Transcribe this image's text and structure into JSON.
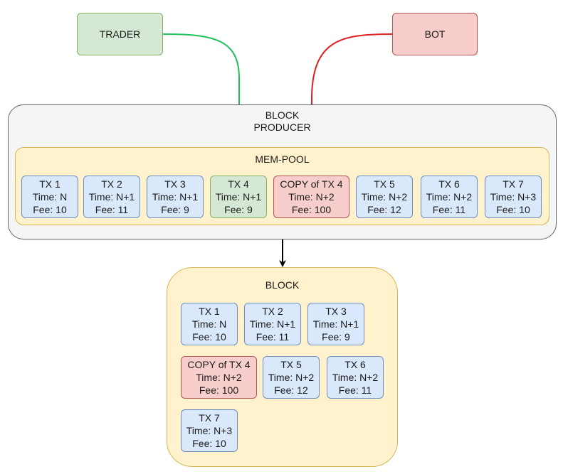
{
  "actors": {
    "trader": "TRADER",
    "bot": "BOT"
  },
  "producer": {
    "title_line1": "BLOCK",
    "title_line2": "PRODUCER"
  },
  "mempool": {
    "title": "MEM-POOL",
    "transactions": [
      {
        "name": "TX 1",
        "time": "Time: N",
        "fee": "Fee: 10",
        "status": "normal"
      },
      {
        "name": "TX 2",
        "time": "Time: N+1",
        "fee": "Fee: 11",
        "status": "normal"
      },
      {
        "name": "TX 3",
        "time": "Time: N+1",
        "fee": "Fee: 9",
        "status": "normal"
      },
      {
        "name": "TX 4",
        "time": "Time: N+1",
        "fee": "Fee: 9",
        "status": "trader"
      },
      {
        "name": "COPY of TX 4",
        "time": "Time: N+2",
        "fee": "Fee: 100",
        "status": "bot"
      },
      {
        "name": "TX 5",
        "time": "Time: N+2",
        "fee": "Fee: 12",
        "status": "normal"
      },
      {
        "name": "TX 6",
        "time": "Time: N+2",
        "fee": "Fee: 11",
        "status": "normal"
      },
      {
        "name": "TX 7",
        "time": "Time: N+3",
        "fee": "Fee: 10",
        "status": "normal"
      }
    ]
  },
  "block": {
    "title": "BLOCK",
    "transactions": [
      {
        "name": "TX 1",
        "time": "Time: N",
        "fee": "Fee: 10",
        "status": "normal"
      },
      {
        "name": "TX 2",
        "time": "Time: N+1",
        "fee": "Fee: 11",
        "status": "normal"
      },
      {
        "name": "TX 3",
        "time": "Time: N+1",
        "fee": "Fee: 9",
        "status": "normal"
      },
      {
        "name": "COPY of TX 4",
        "time": "Time: N+2",
        "fee": "Fee: 100",
        "status": "bot"
      },
      {
        "name": "TX 5",
        "time": "Time: N+2",
        "fee": "Fee: 12",
        "status": "normal"
      },
      {
        "name": "TX 6",
        "time": "Time: N+2",
        "fee": "Fee: 11",
        "status": "normal"
      },
      {
        "name": "TX 7",
        "time": "Time: N+3",
        "fee": "Fee: 10",
        "status": "normal"
      }
    ]
  },
  "colors": {
    "trader_edge": "#1fbf5c",
    "bot_edge": "#e02020",
    "flow_edge": "#000000"
  }
}
